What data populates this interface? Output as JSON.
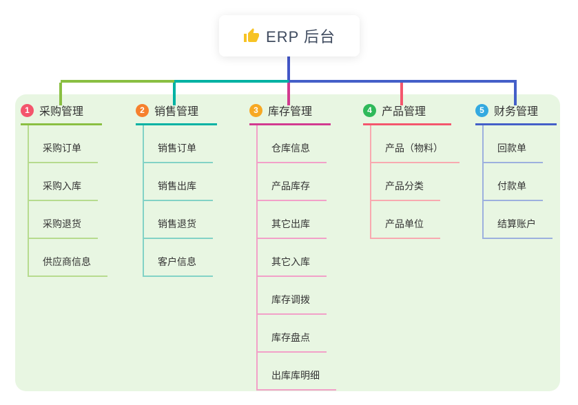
{
  "root": {
    "title": "ERP 后台",
    "icon": "thumbs-up-icon",
    "icon_color": "#f7c325",
    "stem_color": "#4356c7"
  },
  "panel": {
    "bg": "#e8f6e2"
  },
  "branches": [
    {
      "num": "1",
      "label": "采购管理",
      "badge_color": "#f4556c",
      "line_color": "#8abf42",
      "child_line_color": "#b6db8e",
      "children": [
        "采购订单",
        "采购入库",
        "采购退货",
        "供应商信息"
      ]
    },
    {
      "num": "2",
      "label": "销售管理",
      "badge_color": "#f6802e",
      "line_color": "#00b2a3",
      "child_line_color": "#82d2c6",
      "children": [
        "销售订单",
        "销售出库",
        "销售退货",
        "客户信息"
      ]
    },
    {
      "num": "3",
      "label": "库存管理",
      "badge_color": "#f7a823",
      "line_color": "#d23a90",
      "child_line_color": "#f2a0c8",
      "children": [
        "仓库信息",
        "产品库存",
        "其它出库",
        "其它入库",
        "库存调拨",
        "库存盘点",
        "出库库明细"
      ]
    },
    {
      "num": "4",
      "label": "产品管理",
      "badge_color": "#2fb95a",
      "line_color": "#f4566d",
      "child_line_color": "#f8a9b0",
      "children": [
        "产品（物料）",
        "产品分类",
        "产品单位"
      ]
    },
    {
      "num": "5",
      "label": "财务管理",
      "badge_color": "#33a9e0",
      "line_color": "#445fc8",
      "child_line_color": "#9cb0de",
      "children": [
        "回款单",
        "付款单",
        "结算账户"
      ]
    }
  ]
}
